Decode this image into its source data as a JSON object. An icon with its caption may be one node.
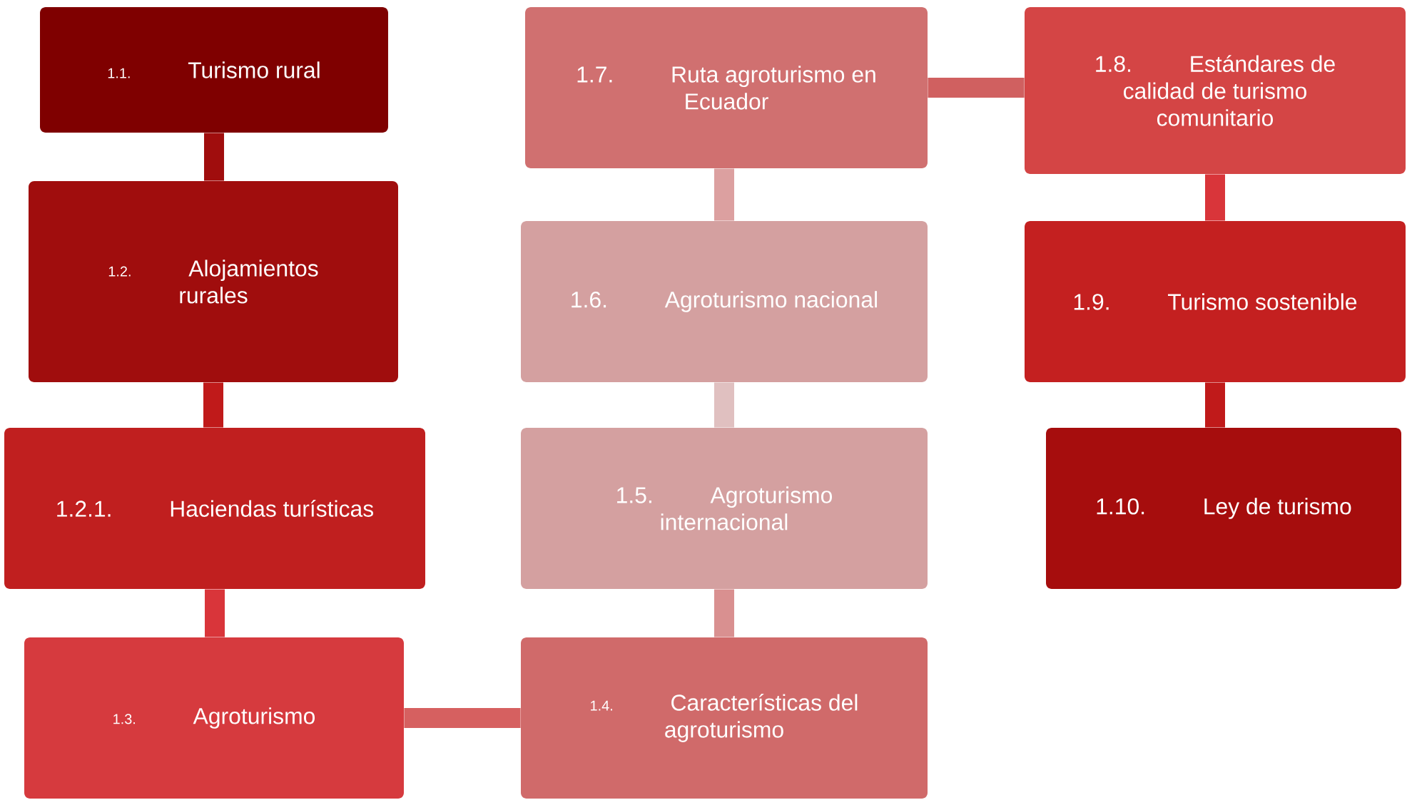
{
  "diagram": {
    "nodes": [
      {
        "text": [
          "1.1.",
          "Turismo rural"
        ]
      },
      {
        "text": [
          "1.2.",
          "Alojamientos rurales"
        ]
      },
      {
        "text": [
          "1.2.1.",
          "Haciendas turísticas"
        ]
      },
      {
        "text": [
          "1.3.",
          "Agroturismo"
        ]
      },
      {
        "text": [
          "1.4.",
          "Características del agroturismo"
        ]
      },
      {
        "text": [
          "1.5.",
          "Agroturismo internacional"
        ]
      },
      {
        "text": [
          "1.6.",
          "Agroturismo nacional"
        ]
      },
      {
        "text": [
          "1.7.",
          "Ruta agroturismo en Ecuador"
        ]
      },
      {
        "text": [
          "1.8.",
          "Estándares de calidad de turismo comunitario"
        ]
      },
      {
        "text": [
          "1.9.",
          "Turismo sostenible"
        ]
      },
      {
        "text": [
          "1.10.",
          "Ley de turismo"
        ]
      }
    ],
    "edges": [
      {
        "from": 0,
        "to": 1,
        "arrow": "none",
        "color": "#a00d0d"
      },
      {
        "from": 1,
        "to": 2,
        "arrow": "none",
        "color": "#c01a1a"
      },
      {
        "from": 2,
        "to": 3,
        "arrow": "none",
        "color": "#d9353a"
      },
      {
        "from": 3,
        "to": 4,
        "arrow": "none",
        "color": "#d66060"
      },
      {
        "from": 4,
        "to": 5,
        "arrow": "none",
        "color": "#d99090"
      },
      {
        "from": 5,
        "to": 6,
        "arrow": "none",
        "color": "#e0c0c0"
      },
      {
        "from": 6,
        "to": 7,
        "arrow": "none",
        "color": "#dca0a0"
      },
      {
        "from": 7,
        "to": 8,
        "arrow": "none",
        "color": "#d06060"
      },
      {
        "from": 8,
        "to": 9,
        "arrow": "none",
        "color": "#d9353a"
      },
      {
        "from": 9,
        "to": 10,
        "arrow": "none",
        "color": "#c01a1a"
      }
    ]
  }
}
